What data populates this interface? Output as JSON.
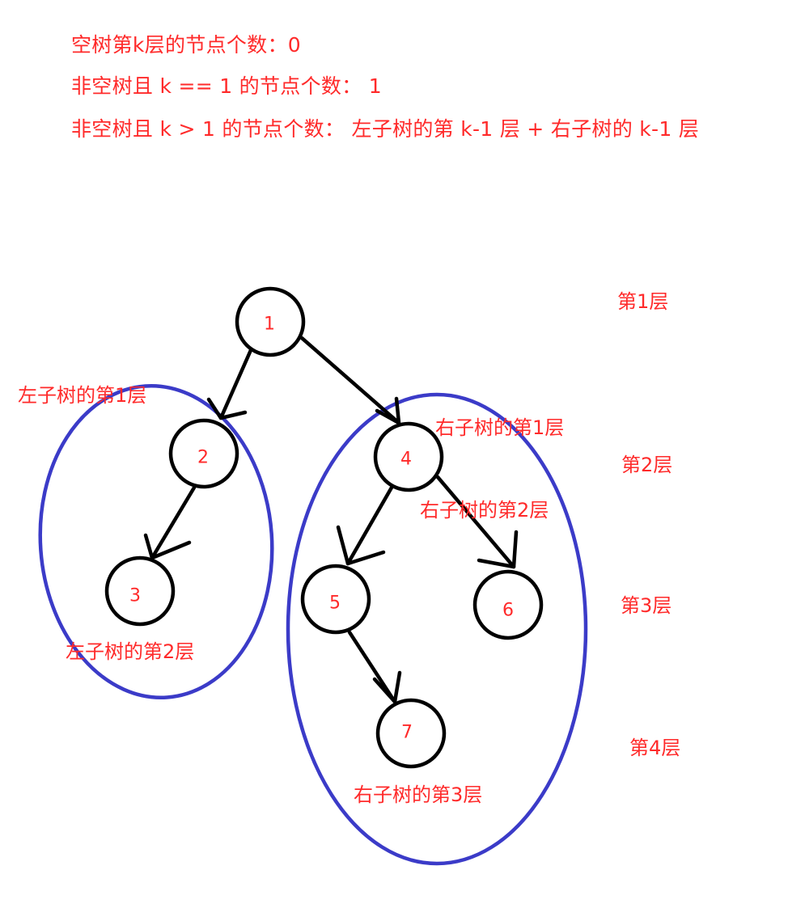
{
  "rules": {
    "empty_tree": "空树第k层的节点个数：0",
    "k_equals_1": "非空树且 k == 1 的节点个数： 1",
    "k_greater_1": "非空树且 k > 1 的节点个数： 左子树的第 k-1 层 + 右子树的 k-1 层"
  },
  "nodes": {
    "n1": "1",
    "n2": "2",
    "n3": "3",
    "n4": "4",
    "n5": "5",
    "n6": "6",
    "n7": "7"
  },
  "levels": {
    "level1": "第1层",
    "level2": "第2层",
    "level3": "第3层",
    "level4": "第4层"
  },
  "subtree_labels": {
    "left_level1": "左子树的第1层",
    "left_level2": "左子树的第2层",
    "right_level1": "右子树的第1层",
    "right_level2": "右子树的第2层",
    "right_level3": "右子树的第3层"
  },
  "colors": {
    "text": "#ff2a2a",
    "ellipse": "#3b3bc8",
    "tree": "#000000"
  }
}
